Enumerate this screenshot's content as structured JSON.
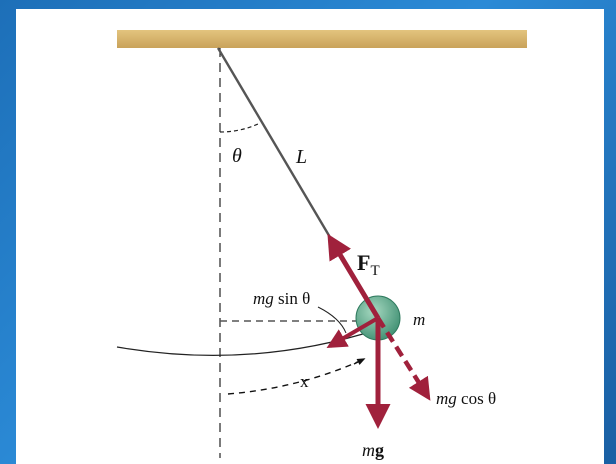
{
  "labels": {
    "theta": "θ",
    "length": "L",
    "tension_main": "F",
    "tension_sub": "T",
    "mass": "m",
    "mg_sin_mg": "mg",
    "mg_sin_rest": " sin θ",
    "mg_cos_mg": "mg",
    "mg_cos_rest": " cos θ",
    "weight_mg": "m",
    "weight_g": "g",
    "displacement": "x"
  },
  "colors": {
    "force_arrow": "#a0213c",
    "ceiling": "#d4b26a",
    "bob": "#5aa88a",
    "rod": "#555555"
  }
}
